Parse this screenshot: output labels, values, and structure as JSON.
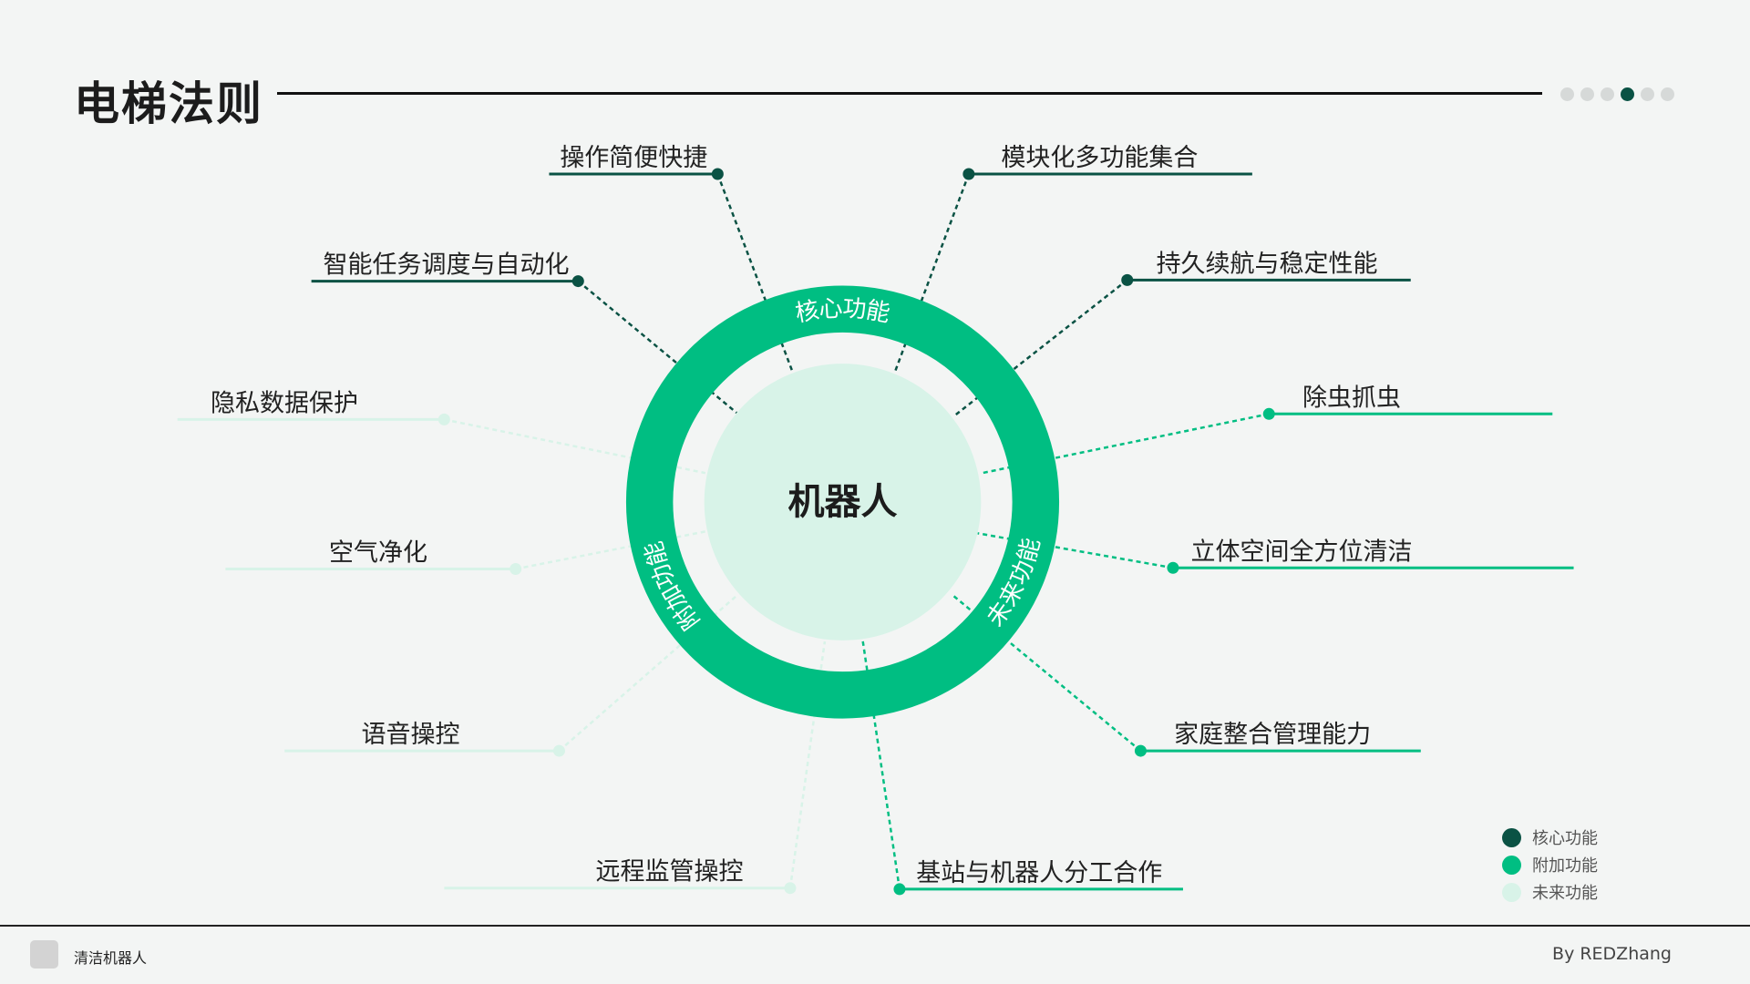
{
  "header": {
    "title": "电梯法则",
    "pagination": {
      "total": 6,
      "active": 4
    }
  },
  "diagram": {
    "center": "机器人",
    "ring_labels": {
      "core": "核心功能",
      "additional": "附加功能",
      "future": "未来功能"
    },
    "items": [
      {
        "label": "操作简便快捷",
        "category": "core"
      },
      {
        "label": "模块化多功能集合",
        "category": "core"
      },
      {
        "label": "智能任务调度与自动化",
        "category": "core"
      },
      {
        "label": "持久续航与稳定性能",
        "category": "core"
      },
      {
        "label": "除虫抓虫",
        "category": "additional"
      },
      {
        "label": "立体空间全方位清洁",
        "category": "additional"
      },
      {
        "label": "家庭整合管理能力",
        "category": "additional"
      },
      {
        "label": "基站与机器人分工合作",
        "category": "additional"
      },
      {
        "label": "隐私数据保护",
        "category": "future"
      },
      {
        "label": "空气净化",
        "category": "future"
      },
      {
        "label": "语音操控",
        "category": "future"
      },
      {
        "label": "远程监管操控",
        "category": "future"
      }
    ]
  },
  "legend": [
    {
      "label": "核心功能",
      "color": "#0a5244"
    },
    {
      "label": "附加功能",
      "color": "#00be82"
    },
    {
      "label": "未来功能",
      "color": "#d8f3e8"
    }
  ],
  "colors": {
    "core": "#0a5244",
    "additional": "#00be82",
    "future": "#d8f3e8",
    "ring": "#00be82",
    "inner": "#d8f3e8"
  },
  "footer": {
    "name": "清洁机器人",
    "author": "By REDZhang"
  }
}
